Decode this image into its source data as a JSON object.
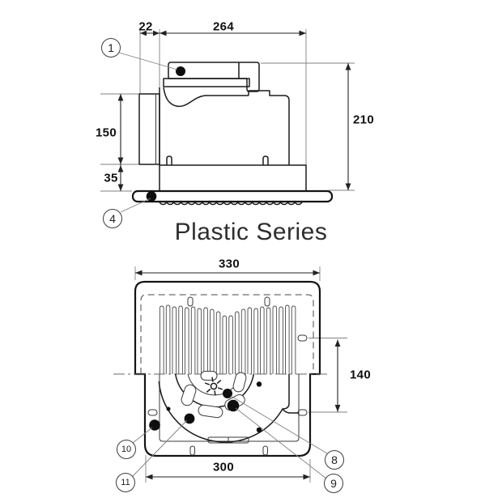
{
  "title": "Plastic Series",
  "side_view": {
    "dims": {
      "duct_protrusion": "22",
      "top_width": "264",
      "total_height": "210",
      "duct_height": "150",
      "base_height": "35"
    },
    "callouts": {
      "c1": "1",
      "c4": "4"
    }
  },
  "bottom_view": {
    "dims": {
      "outer_width": "330",
      "mount_hole_spacing": "140",
      "inner_width": "300"
    },
    "callouts": {
      "c8": "8",
      "c9": "9",
      "c10": "10",
      "c11": "11"
    }
  }
}
